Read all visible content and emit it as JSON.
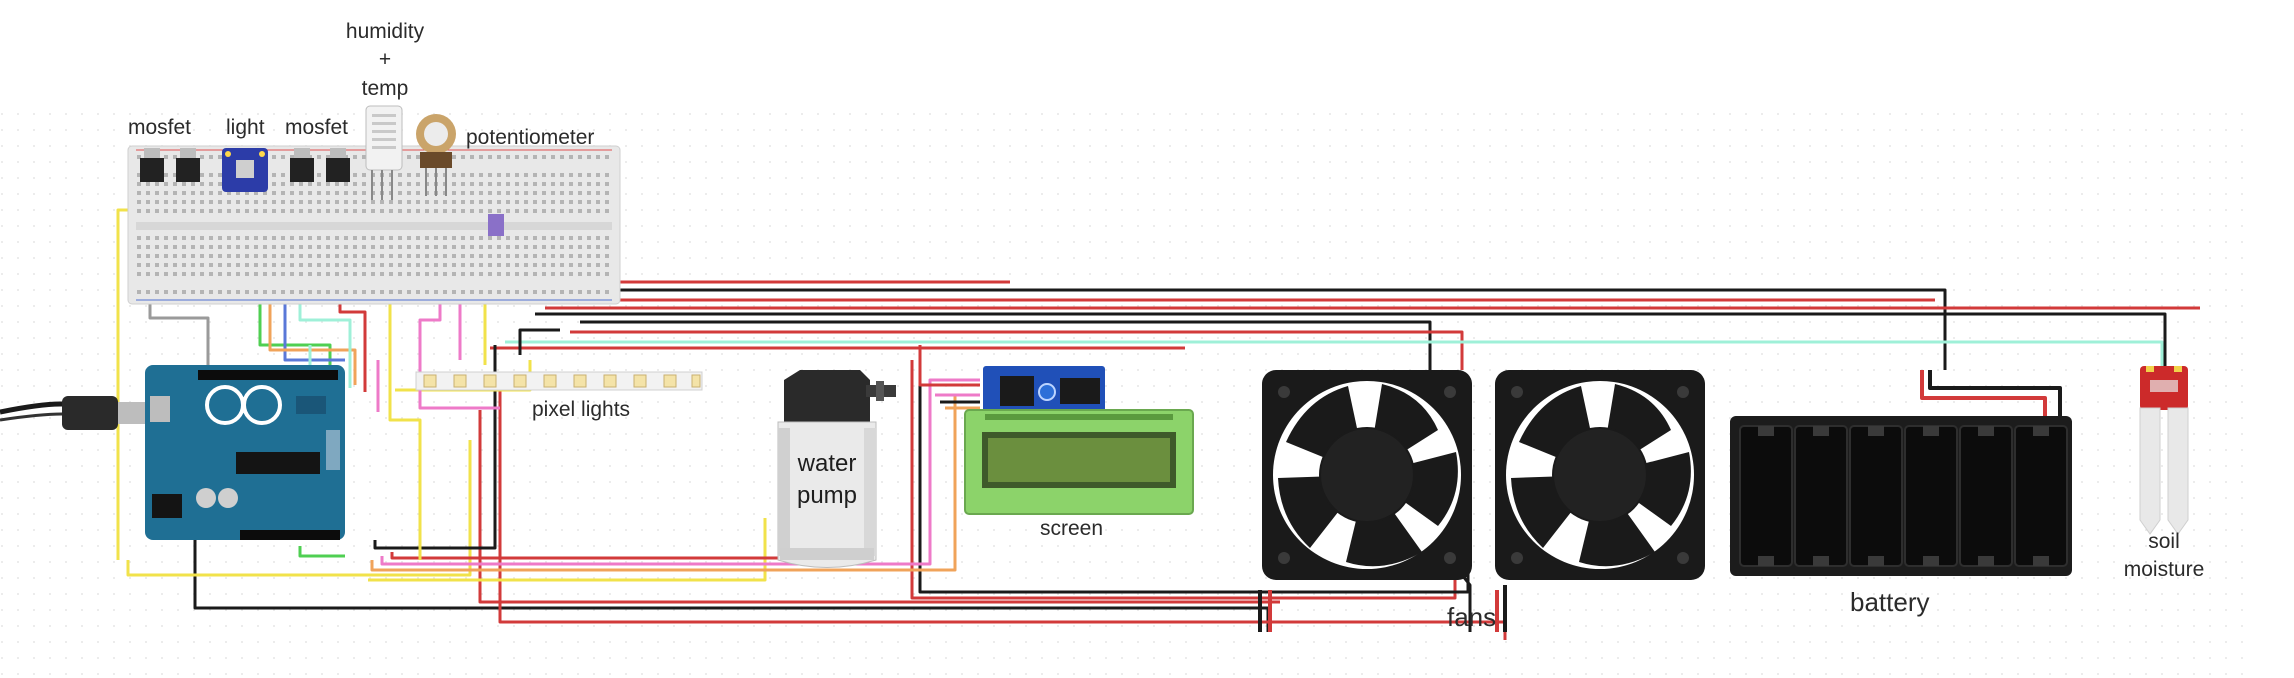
{
  "labels": {
    "mosfet_1": "mosfet",
    "light": "light",
    "mosfet_2": "mosfet",
    "humidity_line1": "humidity",
    "humidity_line2": "+",
    "humidity_line3": "temp",
    "potentiometer": "potentiometer",
    "pixel_lights": "pixel lights",
    "water_pump_line1": "water",
    "water_pump_line2": "pump",
    "screen": "screen",
    "fans": "fans",
    "battery": "battery",
    "soil_line1": "soil",
    "soil_line2": "moisture"
  },
  "wire_colors": {
    "black": "#1a1a1a",
    "red": "#d23a3a",
    "yellow": "#f1e24a",
    "green": "#4fcf52",
    "cyan": "#9ff0d8",
    "pink": "#ee7ac8",
    "orange": "#f0a35a",
    "blue": "#5a78d8",
    "gray": "#9a9a9a"
  },
  "component_colors": {
    "arduino": "#1f6f94",
    "lcd_screen": "#8cd36a",
    "lcd_panel": "#3e5a2a",
    "i2c_module": "#2050b8",
    "sensor_board": "#2c3ca8",
    "soil_sensor": "#cc2a2a",
    "fan_frame": "#1a1a1a",
    "battery_holder": "#1c1c1c",
    "breadboard": "#e8e8e8"
  },
  "icons": [
    "usb-cable-icon",
    "arduino-uno-board",
    "fan-icon",
    "battery-holder",
    "lcd-screen",
    "water-pump",
    "led-strip"
  ]
}
